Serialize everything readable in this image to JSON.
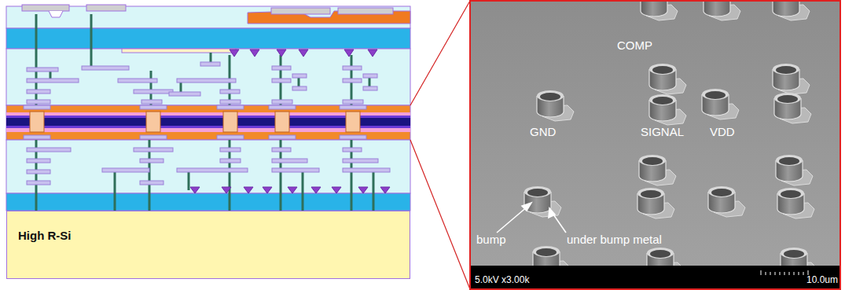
{
  "diagram": {
    "nodes": [
      {
        "text": [
          "High R-Si"
        ]
      }
    ],
    "labels": [
      "COMP",
      "GND",
      "SIGNAL",
      "VDD",
      "bump",
      "under bump metal",
      "5.0kV x3.00k",
      "10.0um"
    ]
  }
}
